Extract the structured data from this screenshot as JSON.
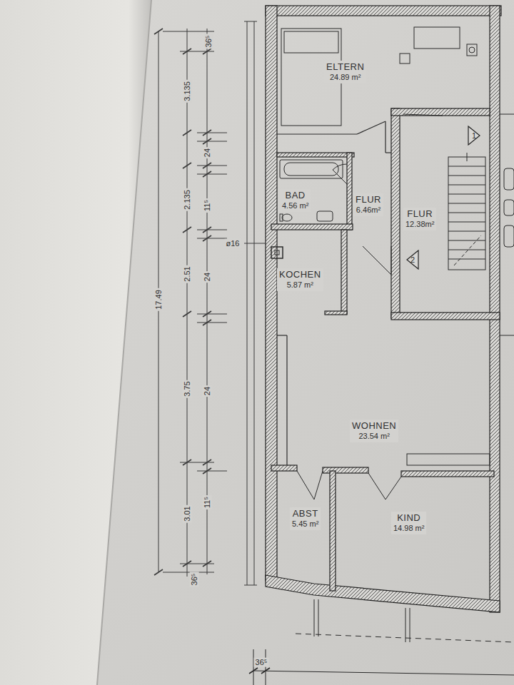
{
  "diagram": {
    "nodes": [
      {
        "text": [
          "ELTERN",
          "24.89 m²"
        ]
      },
      {
        "text": [
          "1"
        ]
      },
      {
        "text": [
          "BAD",
          "4.56 m²"
        ]
      },
      {
        "text": [
          "FLUR",
          "6.46m²"
        ]
      },
      {
        "text": [
          "FLUR",
          "12.38m²"
        ]
      },
      {
        "text": [
          "2"
        ]
      },
      {
        "text": [
          "KOCHEN",
          "5.87 m²"
        ]
      },
      {
        "text": [
          "WOHNEN",
          "23.54 m²"
        ]
      },
      {
        "text": [
          "ABST",
          "5.45 m²"
        ]
      },
      {
        "text": [
          "KIND",
          "14.98 m²"
        ]
      }
    ],
    "labels": [
      "36⁵",
      "3.135",
      "24",
      "11⁵",
      "2.135",
      "ø16",
      "24",
      "2.51",
      "24",
      "3.75",
      "11⁵",
      "3.01",
      "36⁵",
      "17.49",
      "36⁵"
    ]
  }
}
